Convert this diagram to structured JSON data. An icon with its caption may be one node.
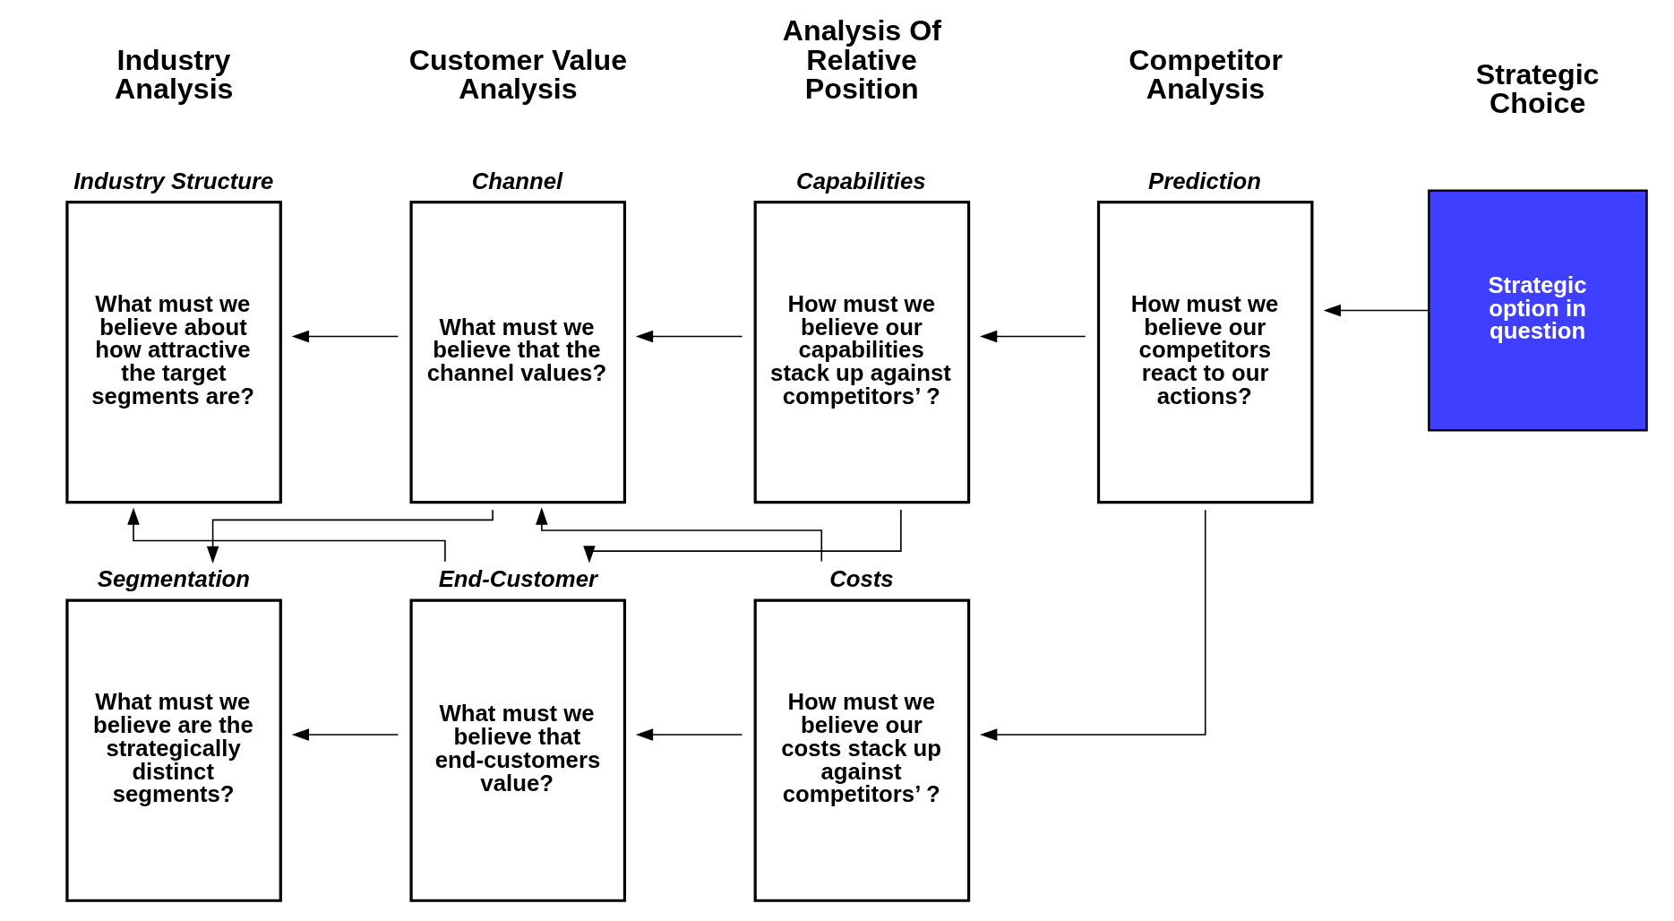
{
  "diagram": {
    "nodes": [
      {
        "text": [
          "Segmentation",
          "What must we believe are the strategically distinct segments?"
        ]
      },
      {
        "text": [
          "Industry Structure",
          "What must we believe about how attractive the target segments are?"
        ]
      },
      {
        "text": [
          "Channel",
          "What must we believe that the channel values?"
        ]
      },
      {
        "text": [
          "End-Customer",
          "What must we believe that end-customers value?"
        ]
      },
      {
        "text": [
          "Capabilities",
          "How must we believe our capabilities stack up against competitors’ ?"
        ]
      },
      {
        "text": [
          "Costs",
          "How must we believe our costs stack up against competitors’ ?"
        ]
      },
      {
        "text": [
          "Prediction",
          "How must we believe our competitors react to our actions?"
        ]
      },
      {
        "text": [
          "Strategic option in question"
        ]
      }
    ],
    "edges": [
      {
        "from": 7,
        "to": 6,
        "arrow": "to"
      },
      {
        "from": 6,
        "to": 4,
        "arrow": "to"
      },
      {
        "from": 6,
        "to": 5,
        "arrow": "to"
      },
      {
        "from": 4,
        "to": 2,
        "arrow": "to"
      },
      {
        "from": 4,
        "to": 3,
        "arrow": "to"
      },
      {
        "from": 5,
        "to": 2,
        "arrow": "to"
      },
      {
        "from": 5,
        "to": 3,
        "arrow": "to"
      },
      {
        "from": 2,
        "to": 0,
        "arrow": "to"
      },
      {
        "from": 2,
        "to": 1,
        "arrow": "to"
      },
      {
        "from": 3,
        "to": 0,
        "arrow": "to"
      },
      {
        "from": 3,
        "to": 1,
        "arrow": "to"
      }
    ],
    "labels": [
      "Industry Analysis",
      "Customer Value Analysis",
      "Analysis Of Relative Position",
      "Competitor Analysis",
      "Strategic Choice"
    ]
  }
}
